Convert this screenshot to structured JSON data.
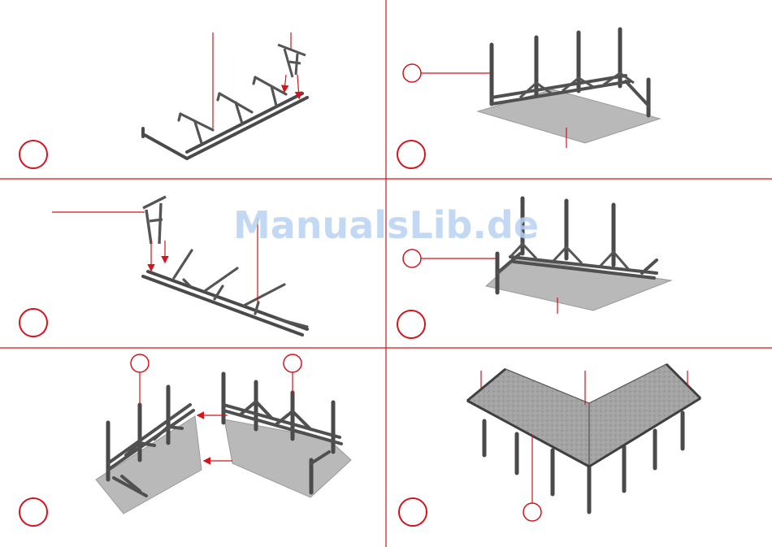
{
  "watermark": "ManualsLib.de",
  "colors": {
    "accent": "#d4141c",
    "frame": "#4a4a4a",
    "floor": "#b9b9b9",
    "roof": "#9a9a9a"
  },
  "steps": [
    {
      "name": "step-1",
      "callouts": 0
    },
    {
      "name": "step-2",
      "callouts": 1
    },
    {
      "name": "step-3",
      "callouts": 0
    },
    {
      "name": "step-4",
      "callouts": 1
    },
    {
      "name": "step-5",
      "callouts": 2
    },
    {
      "name": "step-6",
      "callouts": 1
    }
  ]
}
